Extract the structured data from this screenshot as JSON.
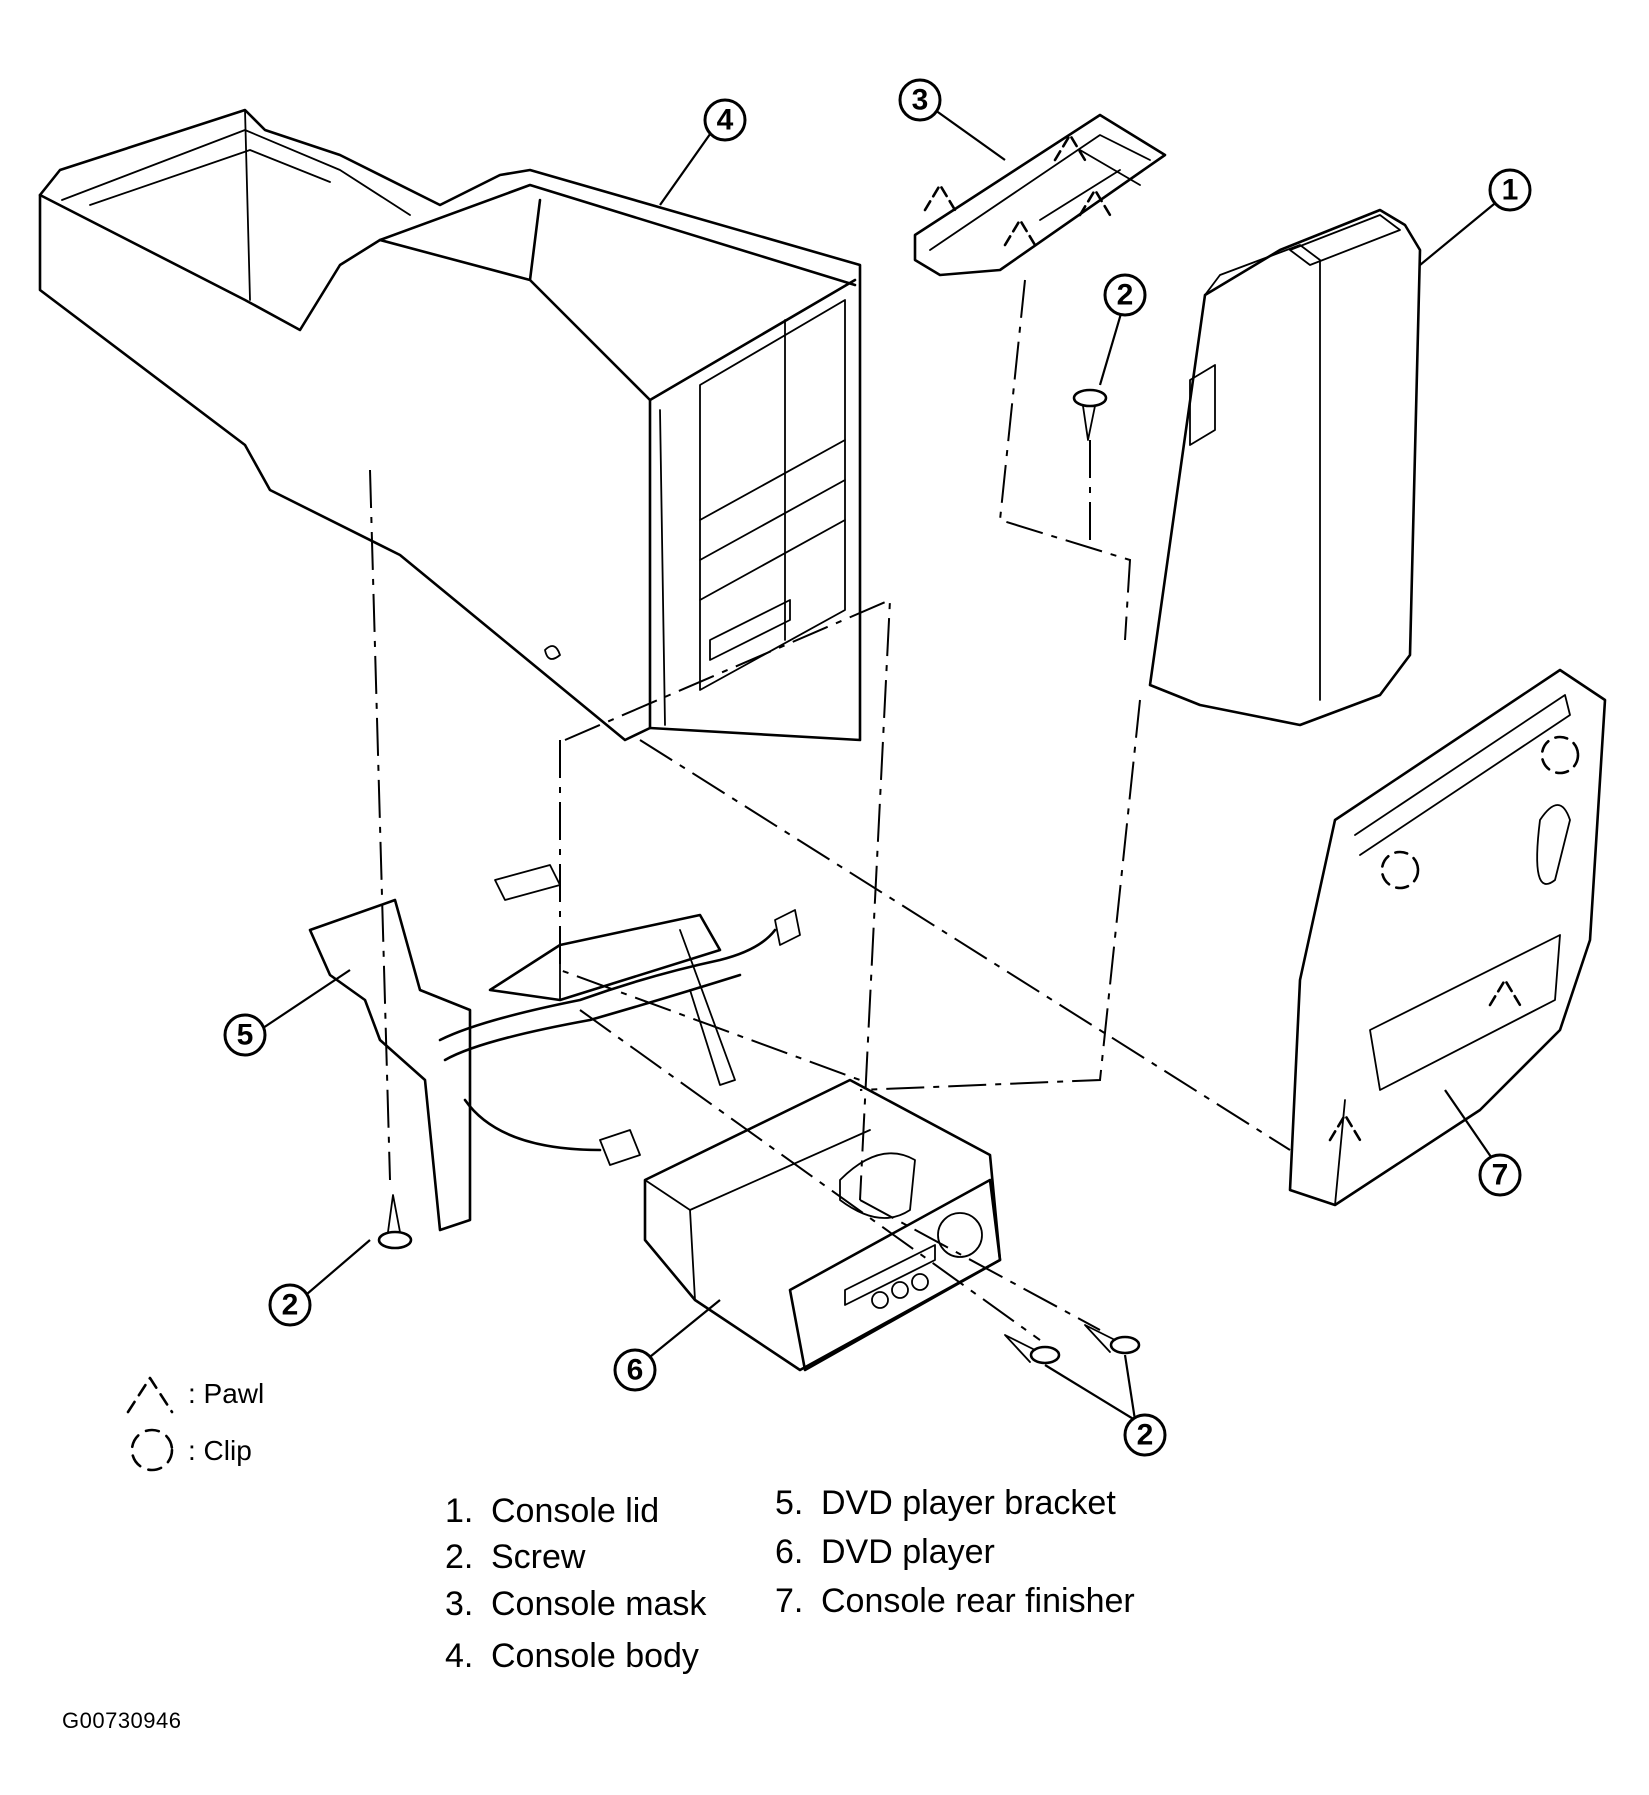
{
  "callouts": [
    {
      "id": "c1",
      "label": "1"
    },
    {
      "id": "c2",
      "label": "2"
    },
    {
      "id": "c3",
      "label": "3"
    },
    {
      "id": "c4",
      "label": "4"
    },
    {
      "id": "c5",
      "label": "5"
    },
    {
      "id": "c6",
      "label": "6"
    },
    {
      "id": "c7",
      "label": "7"
    }
  ],
  "symbols": {
    "pawl": ": Pawl",
    "clip": ": Clip"
  },
  "legend": [
    {
      "num": "1.",
      "label": "Console lid"
    },
    {
      "num": "2.",
      "label": "Screw"
    },
    {
      "num": "3.",
      "label": "Console mask"
    },
    {
      "num": "4.",
      "label": "Console body"
    },
    {
      "num": "5.",
      "label": "DVD player bracket"
    },
    {
      "num": "6.",
      "label": "DVD player"
    },
    {
      "num": "7.",
      "label": "Console rear finisher"
    }
  ],
  "figure_id": "G00730946"
}
